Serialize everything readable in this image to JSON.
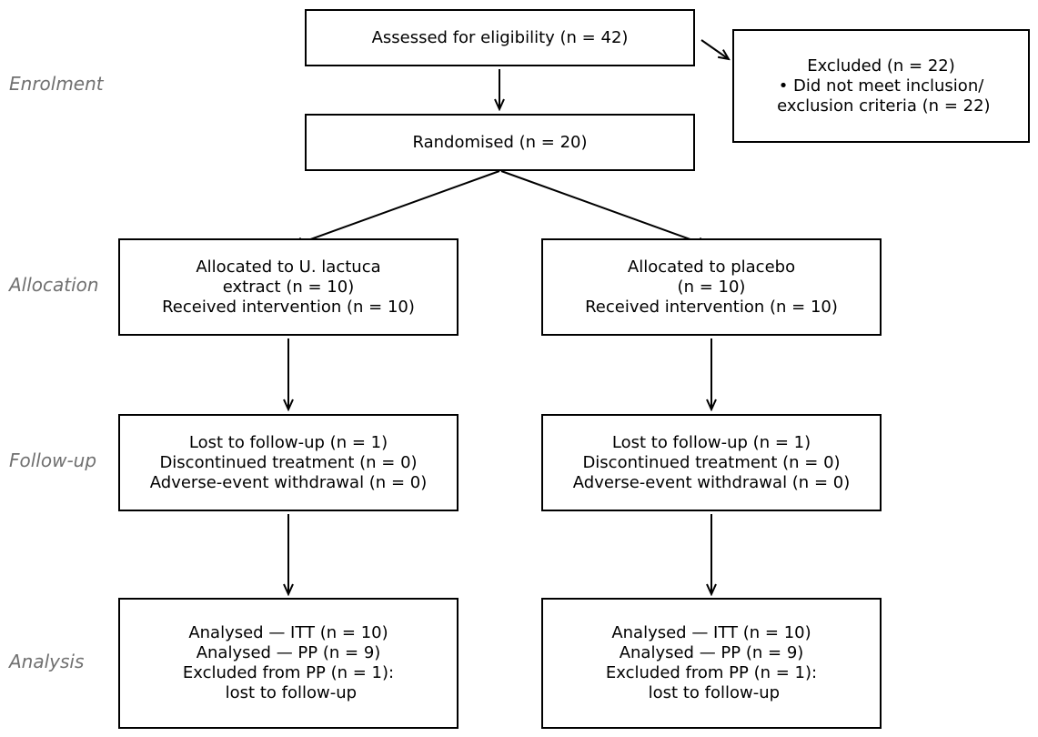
{
  "stages": {
    "enrolment": "Enrolment",
    "allocation": "Allocation",
    "follow_up": "Follow-up",
    "analysis": "Analysis"
  },
  "boxes": {
    "assessed": [
      "Assessed for eligibility (n = 42)"
    ],
    "excluded": [
      "Excluded (n = 22)",
      "• Did not meet inclusion/",
      " exclusion criteria (n = 22)"
    ],
    "randomised": [
      "Randomised (n = 20)"
    ],
    "alloc_left": [
      "Allocated to U. lactuca",
      "extract (n = 10)",
      "Received intervention (n = 10)"
    ],
    "alloc_right": [
      "Allocated to placebo",
      "(n = 10)",
      "Received intervention (n = 10)"
    ],
    "follow_left": [
      "Lost to follow-up (n = 1)",
      "Discontinued treatment (n = 0)",
      "Adverse-event withdrawal (n = 0)"
    ],
    "follow_right": [
      "Lost to follow-up (n = 1)",
      "Discontinued treatment (n = 0)",
      "Adverse-event withdrawal (n = 0)"
    ],
    "analysis_left": [
      "Analysed — ITT (n = 10)",
      "Analysed — PP (n = 9)",
      "Excluded from PP (n = 1):",
      " lost to follow-up"
    ],
    "analysis_right": [
      "Analysed — ITT (n = 10)",
      "Analysed — PP (n = 9)",
      "Excluded from PP (n = 1):",
      " lost to follow-up"
    ]
  },
  "colors": {
    "border": "#000000",
    "stage_label": "#707070"
  }
}
